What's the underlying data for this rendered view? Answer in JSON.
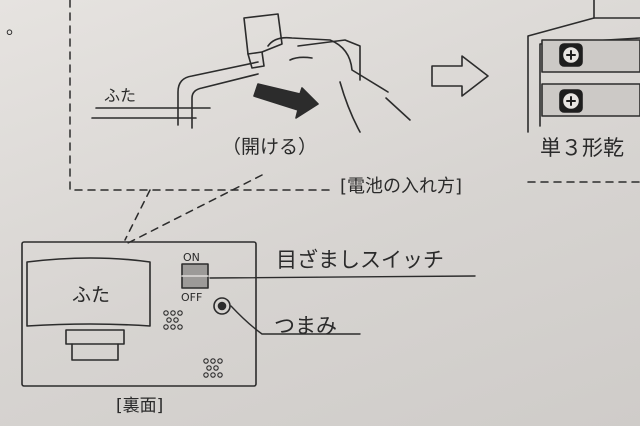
{
  "top_left_fragment": "。",
  "lid_label_top": "ふた",
  "open_caption": "（開ける）",
  "battery_caption": "単３形乾",
  "battery_insert_heading": "[電池の入れ方]",
  "lid_label_back": "ふた",
  "switch_on": "ON",
  "switch_off": "OFF",
  "alarm_switch_label": "目ざましスイッチ",
  "knob_label": "つまみ",
  "back_side_caption": "[裏面]",
  "battery_plus_symbol": "⊕"
}
